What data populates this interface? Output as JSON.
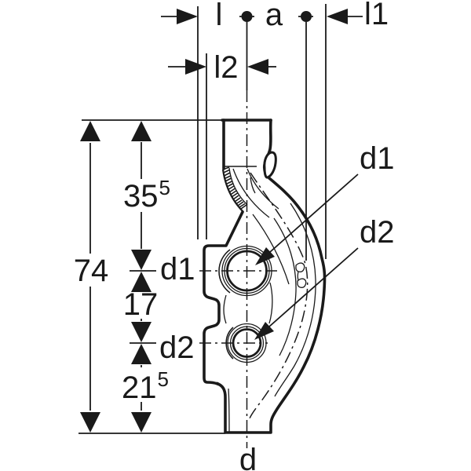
{
  "page": {
    "background_color": "#ffffff",
    "line_color": "#1a1a1a",
    "kind": "technical dimension drawing of a pipe fitting"
  },
  "dimensions": {
    "top": {
      "l": "l",
      "a": "a",
      "l1": "l1",
      "l2": "l2"
    },
    "left": {
      "overall_height": "74",
      "top_to_d1": "35",
      "top_to_d1_sup": "5",
      "d1_to_d2": "17",
      "d2_to_bottom": "21",
      "d2_to_bottom_sup": "5",
      "d1": "d1",
      "d2": "d2"
    },
    "right_callouts": {
      "d1": "d1",
      "d2": "d2"
    },
    "bottom": {
      "d": "d"
    }
  }
}
